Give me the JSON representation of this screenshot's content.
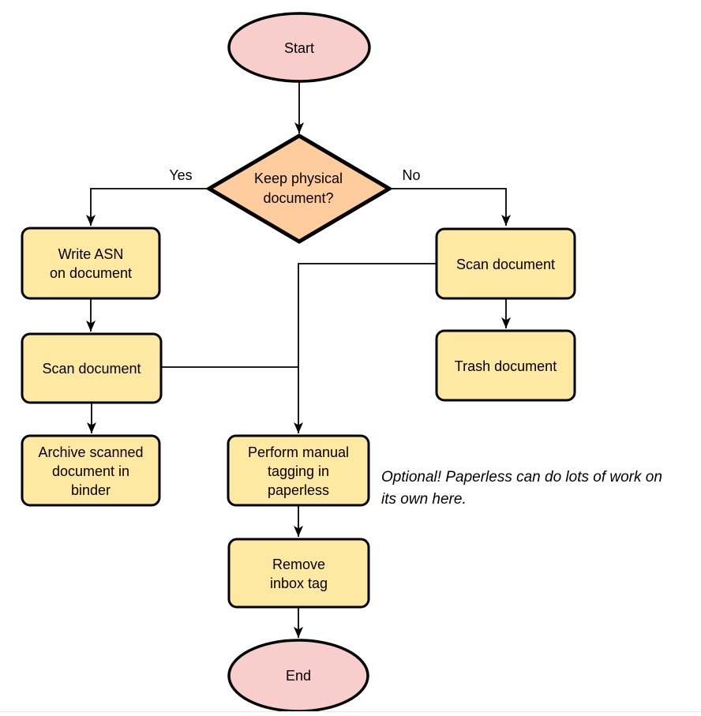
{
  "diagram": {
    "type": "flowchart",
    "nodes": {
      "start": {
        "label": "Start",
        "shape": "terminator"
      },
      "decision": {
        "label": "Keep physical\ndocument?",
        "shape": "decision"
      },
      "write_asn": {
        "label": "Write ASN\non document",
        "shape": "process"
      },
      "scan_left": {
        "label": "Scan document",
        "shape": "process"
      },
      "archive": {
        "label": "Archive scanned\ndocument in\nbinder",
        "shape": "process"
      },
      "scan_right": {
        "label": "Scan document",
        "shape": "process"
      },
      "trash": {
        "label": "Trash document",
        "shape": "process"
      },
      "tagging": {
        "label": "Perform manual\ntagging in\npaperless",
        "shape": "process"
      },
      "remove_inbox": {
        "label": "Remove\ninbox tag",
        "shape": "process"
      },
      "end": {
        "label": "End",
        "shape": "terminator"
      }
    },
    "edge_labels": {
      "yes": "Yes",
      "no": "No"
    },
    "annotation": {
      "text": "Optional! Paperless can do lots of work on\nits own here."
    },
    "colors": {
      "terminator_fill": "#F8CECC",
      "decision_fill": "#FFCC9E",
      "process_fill": "#FFE9A2",
      "stroke": "#000000"
    }
  }
}
